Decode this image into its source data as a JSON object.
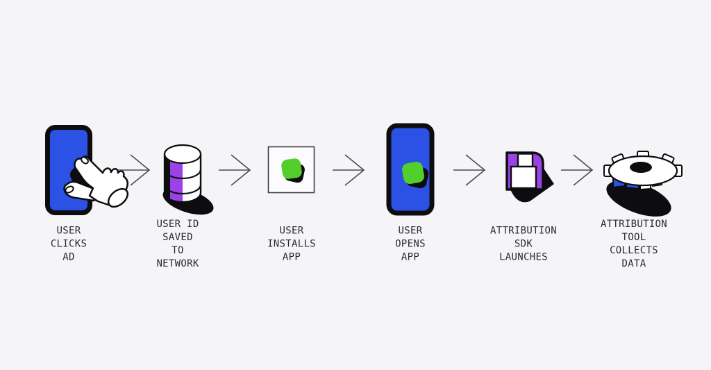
{
  "diagram": {
    "name": "mobile-attribution-flow",
    "colors": {
      "bg": "#F5F5F8",
      "blue": "#2B51E5",
      "purple": "#9B41E6",
      "green": "#53CF2D",
      "ink": "#0D0D0F",
      "text": "#2A2A2F",
      "arrow": "#4A4A50",
      "border": "#3C3C42"
    },
    "steps": [
      {
        "label": "USER CLICKS AD",
        "icon": "phone-tap-icon"
      },
      {
        "label": "USER ID SAVED\nTO NETWORK",
        "icon": "database-icon"
      },
      {
        "label": "USER\nINSTALLS\nAPP",
        "icon": "app-install-icon"
      },
      {
        "label": "USER OPENS APP",
        "icon": "phone-open-app-icon"
      },
      {
        "label": "ATTRIBUTION SDK\nLAUNCHES",
        "icon": "floppy-disk-icon"
      },
      {
        "label": "ATTRIBUTION TOOL\nCOLLECTS DATA",
        "icon": "gear-icon"
      }
    ],
    "connector": "arrow-right-icon"
  }
}
